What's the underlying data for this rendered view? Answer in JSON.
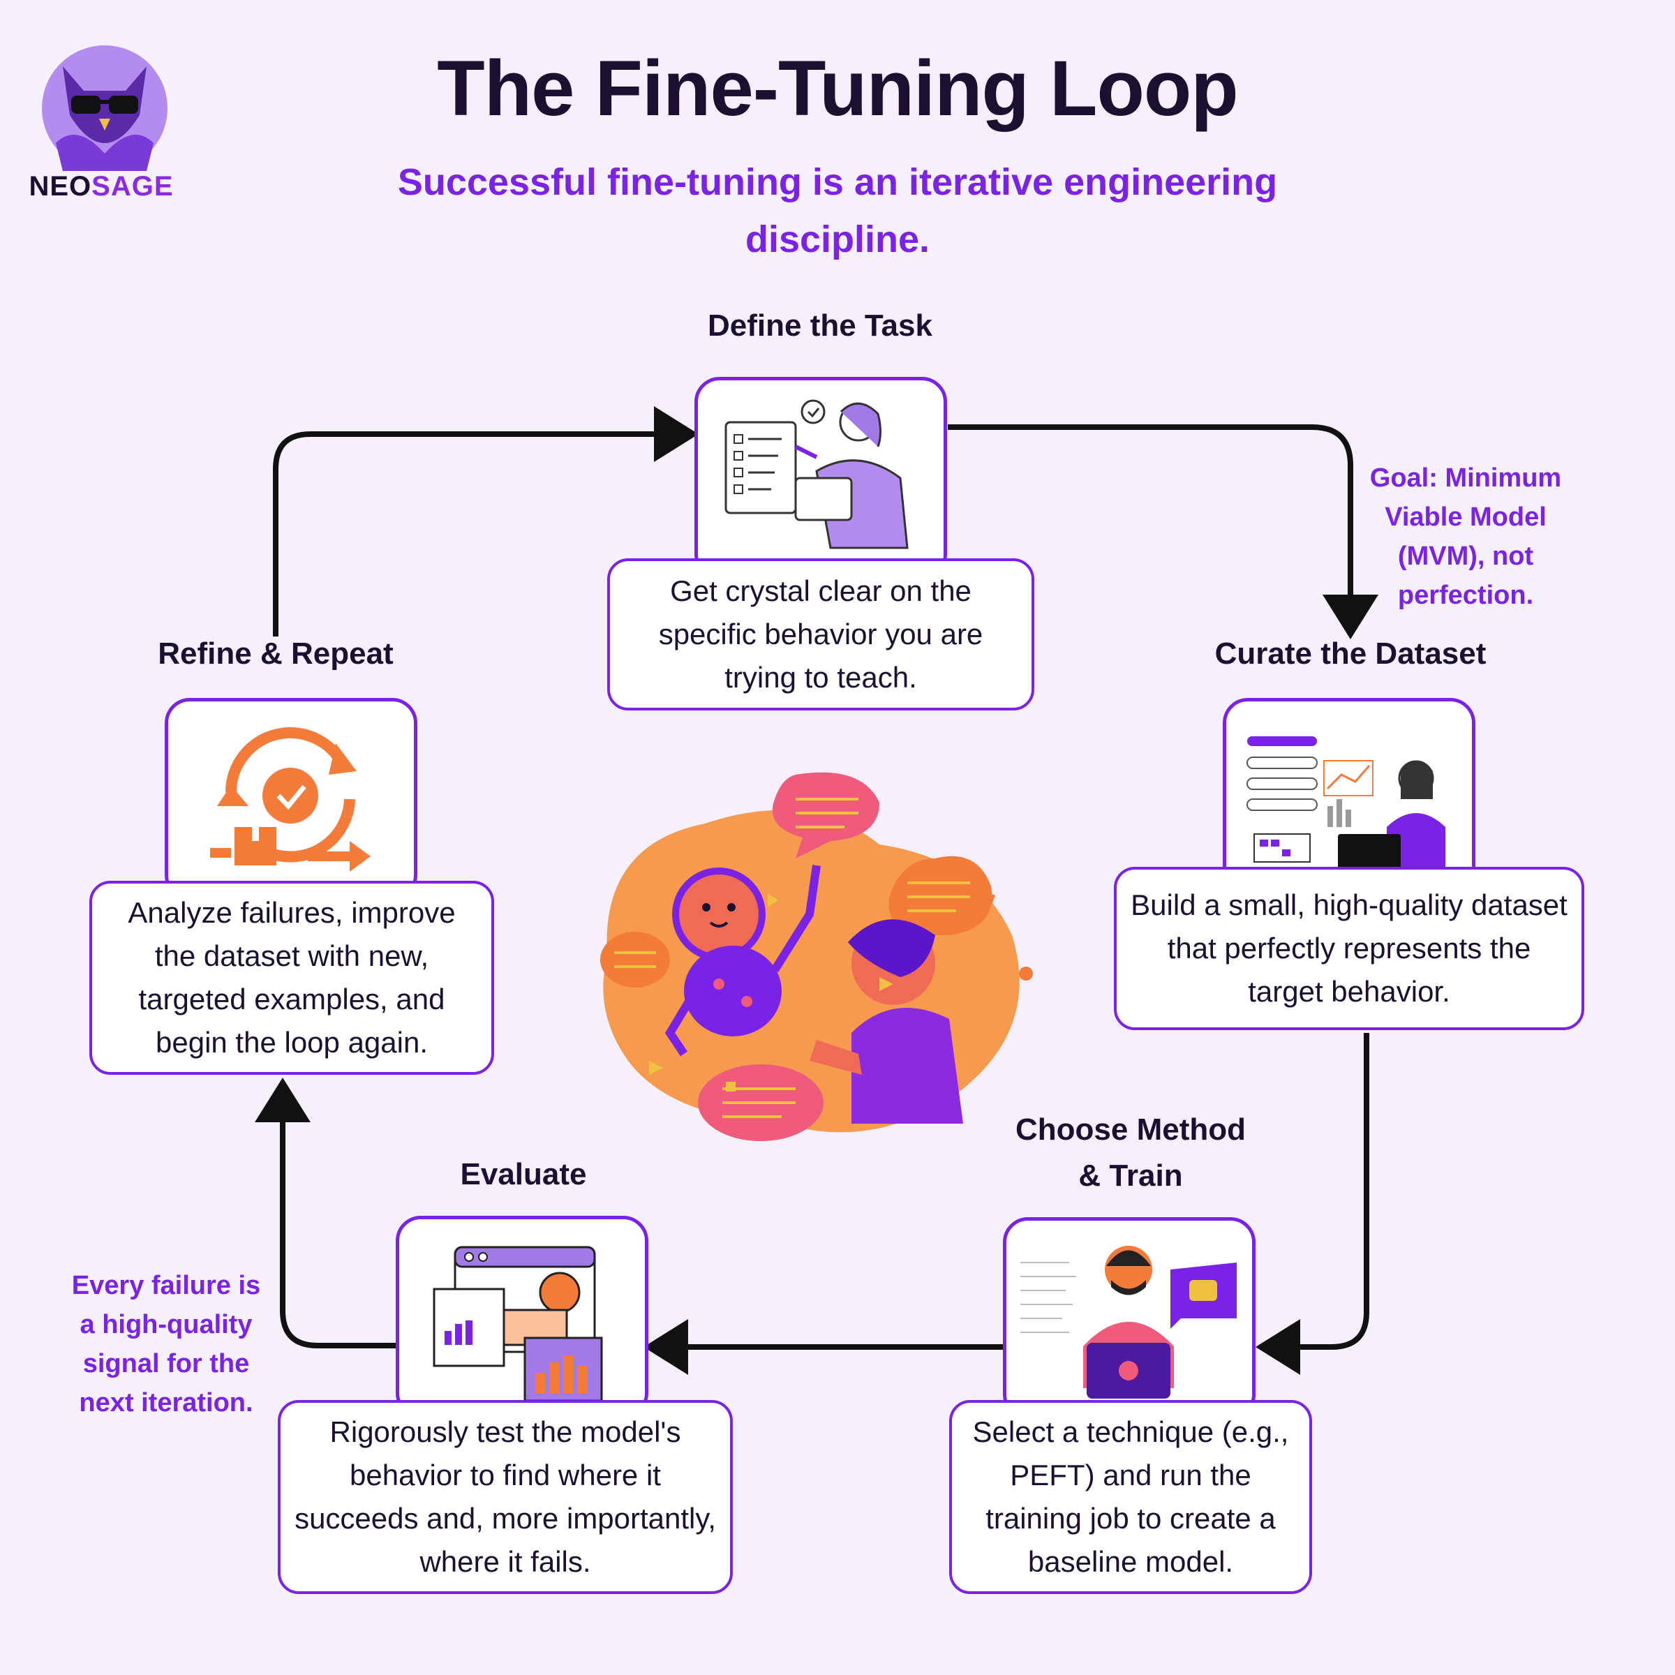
{
  "header": {
    "title": "The Fine-Tuning Loop",
    "subtitle": "Successful fine-tuning is an iterative engineering discipline."
  },
  "logo": {
    "part1": "NEO",
    "part2": "SAGE",
    "icon": "owl-with-sunglasses-icon"
  },
  "stages": {
    "define": {
      "title": "Define the Task",
      "description": "Get crystal clear on the specific behavior you are trying to teach.",
      "icon": "checklist-person-icon"
    },
    "curate": {
      "title": "Curate the Dataset",
      "description": "Build a small, high-quality dataset that perfectly represents the target behavior.",
      "icon": "data-analyst-icon"
    },
    "train": {
      "title_line1": "Choose Method",
      "title_line2": "& Train",
      "description": "Select a technique (e.g., PEFT) and run the training job to create a baseline model.",
      "icon": "engineer-laptop-icon"
    },
    "evaluate": {
      "title": "Evaluate",
      "description": "Rigorously test the model's behavior to find where it succeeds and, more importantly, where it fails.",
      "icon": "dashboard-charts-icon"
    },
    "refine": {
      "title": "Refine & Repeat",
      "description": "Analyze failures, improve the dataset with new, targeted examples, and begin the loop again.",
      "icon": "cycle-check-icon"
    }
  },
  "notes": {
    "goal": "Goal: Minimum Viable Model (MVM), not perfection.",
    "failure": "Every failure is a high-quality signal for the next iteration."
  },
  "center_illustration": "robot-and-human-conversation-icon",
  "colors": {
    "accent": "#7a22e6",
    "orange": "#f47b3a",
    "text": "#1b1030",
    "background": "#f5f0fc"
  }
}
